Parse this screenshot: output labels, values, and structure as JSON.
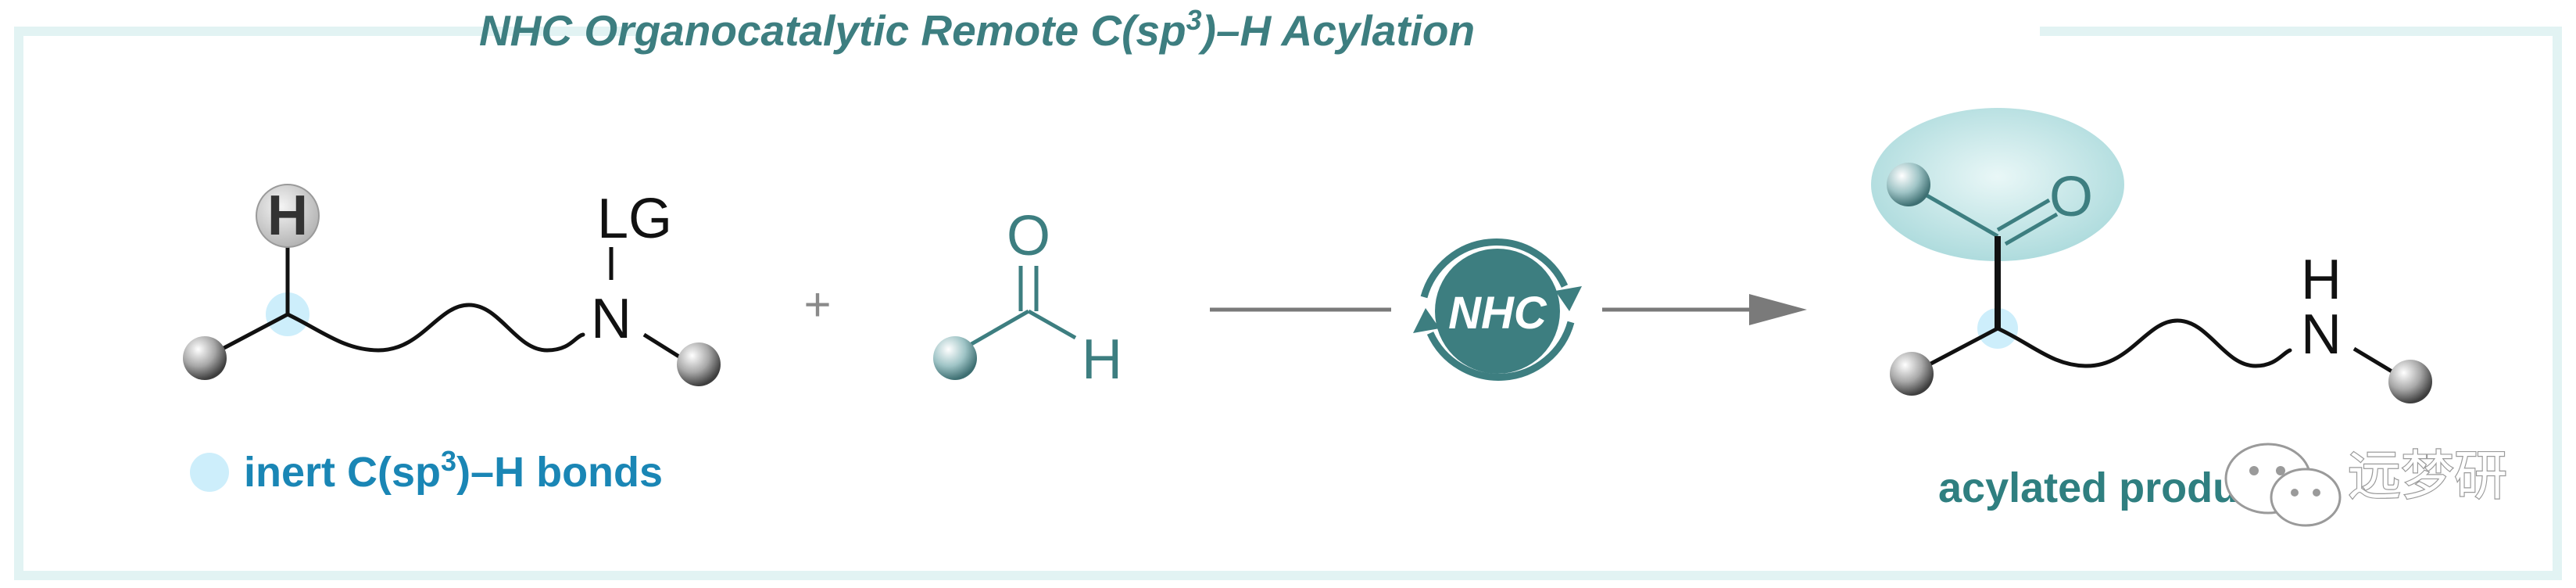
{
  "title": {
    "prefix": "NHC Organocatalytic Remote C(sp",
    "sup": "3",
    "suffix": ")–H Acylation"
  },
  "substrate": {
    "hydrogen": "H",
    "nitrogen": "N",
    "leaving_group": "LG"
  },
  "plus_sign": "+",
  "aldehyde": {
    "oxygen": "O",
    "hydrogen": "H"
  },
  "catalyst": {
    "label": "NHC"
  },
  "product": {
    "oxygen": "O",
    "nitrogen": "N",
    "hydrogen": "H"
  },
  "legend": {
    "prefix": "inert C(sp",
    "sup": "3",
    "suffix": ")–H bonds"
  },
  "product_caption": "acylated products",
  "watermark": "远梦研",
  "colors": {
    "teal": "#3d7e80",
    "highlight_blue": "#cdeefb",
    "frame": "#e2f3f3"
  }
}
